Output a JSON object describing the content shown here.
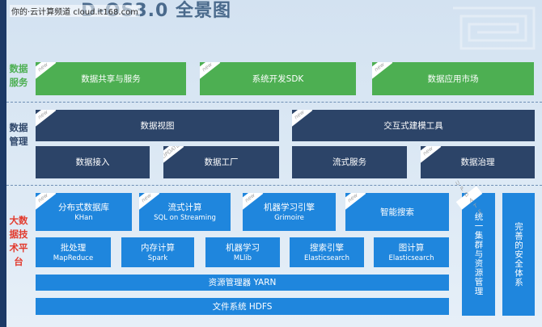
{
  "title": "D-OS3.0 全景图",
  "watermark": "你的·云计算频道 cloud.it168.com",
  "colors": {
    "green": "#4daf52",
    "navy": "#2c4468",
    "blue": "#1f86dd",
    "label_green": "#4daf52",
    "label_navy": "#2c4468",
    "label_red": "#e23b2e"
  },
  "sections": {
    "services": "数据服务",
    "management": "数据管理",
    "bigdata": "大数据技术平台"
  },
  "tags": {
    "new": "new",
    "update": "UPDATE"
  },
  "services": [
    "数据共享与服务",
    "系统开发SDK",
    "数据应用市场"
  ],
  "management": {
    "row1": [
      "数据视图",
      "交互式建模工具"
    ],
    "row2": [
      "数据接入",
      "数据工厂",
      "流式服务",
      "数据治理"
    ]
  },
  "platform": {
    "row1": [
      {
        "name": "分布式数据库",
        "sub": "KHan"
      },
      {
        "name": "流式计算",
        "sub": "SQL on Streaming"
      },
      {
        "name": "机器学习引擎",
        "sub": "Grimoire"
      },
      {
        "name": "智能搜索",
        "sub": ""
      }
    ],
    "row2": [
      {
        "name": "批处理",
        "sub": "MapReduce"
      },
      {
        "name": "内存计算",
        "sub": "Spark"
      },
      {
        "name": "机器学习",
        "sub": "MLlib"
      },
      {
        "name": "搜索引擎",
        "sub": "Elasticsearch"
      },
      {
        "name": "图计算",
        "sub": "Elasticsearch"
      }
    ],
    "yarn": "资源管理器 YARN",
    "hdfs": "文件系统 HDFS",
    "cluster": "统一集群与资源管理",
    "security": "完善的安全体系"
  }
}
